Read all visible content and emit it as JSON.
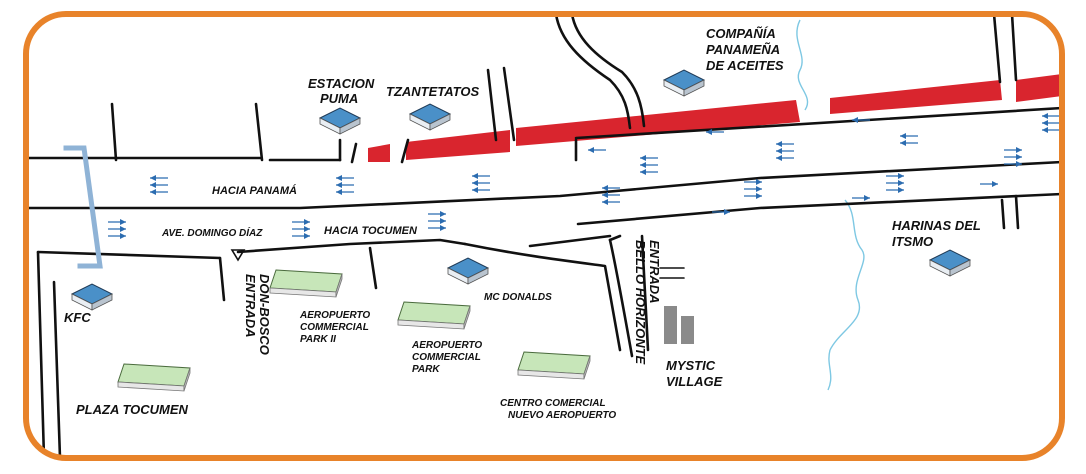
{
  "colors": {
    "frame": "#e8832a",
    "road": "#111111",
    "red_zone": "#d9252e",
    "building_blue": "#4a90c8",
    "building_green": "#c7e6b9",
    "river": "#7ec8e3",
    "arrow": "#2b6cb0",
    "bridge": "#8fb3d6",
    "tower": "#8a8a8a"
  },
  "roads": {
    "hacia_panama": "HACIA PANAMÁ",
    "avenue": "AVE. DOMINGO DÍAZ",
    "hacia_tocumen": "HACIA TOCUMEN"
  },
  "entrances": {
    "don_bosco_line1": "ENTRADA",
    "don_bosco_line2": "DON-BOSCO",
    "bello_line1": "ENTRADA",
    "bello_line2": "BELLO HORIZONTE"
  },
  "places": {
    "estacion_line1": "ESTACION",
    "estacion_line2": "PUMA",
    "tzantetatos": "TZANTETATOS",
    "compania_line1": "COMPAÑÍA",
    "compania_line2": "PANAMEÑA",
    "compania_line3": "DE ACEITES",
    "harinas_line1": "HARINAS DEL",
    "harinas_line2": "ITSMO",
    "kfc": "KFC",
    "plaza": "PLAZA TOCUMEN",
    "mcdonalds": "MC DONALDS",
    "aero2_line1": "AEROPUERTO",
    "aero2_line2": "COMMERCIAL",
    "aero2_line3": "PARK II",
    "aero_line1": "AEROPUERTO",
    "aero_line2": "COMMERCIAL",
    "aero_line3": "PARK",
    "centro_line1": "CENTRO COMERCIAL",
    "centro_line2": "NUEVO AEROPUERTO",
    "mystic_line1": "MYSTIC",
    "mystic_line2": "VILLAGE"
  },
  "icons": {
    "building": "isometric-building-icon",
    "lot": "commercial-lot-icon",
    "bridge": "pedestrian-bridge-icon",
    "towers": "residential-towers-icon",
    "marker": "triangle-marker-icon"
  }
}
